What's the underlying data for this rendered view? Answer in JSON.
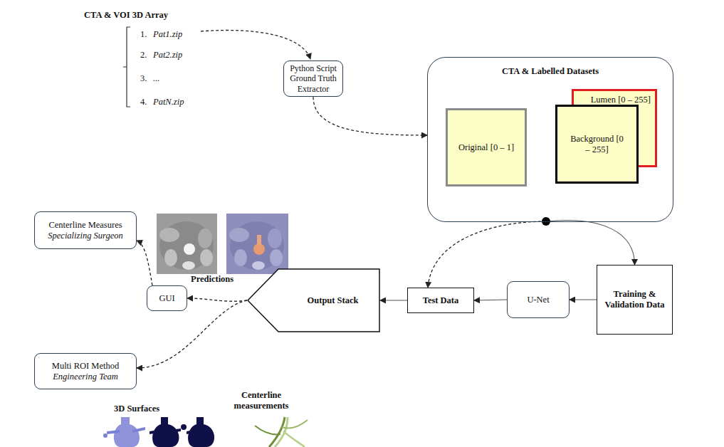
{
  "diagram": {
    "nodes": [
      {
        "text": [
          "Python Script Ground Truth Extractor"
        ]
      },
      {
        "text": [
          "CTA & Labelled Datasets"
        ]
      },
      {
        "text": [
          "Original [0 – 1]"
        ],
        "in": 1
      },
      {
        "text": [
          "Lumen [0 – 255]"
        ],
        "in": 1
      },
      {
        "text": [
          "Background [0 – 255]"
        ],
        "in": 1
      },
      {
        "text": [
          "Centerline Measures",
          "Specializing Surgeon"
        ]
      },
      {
        "text": [
          "GUI"
        ]
      },
      {
        "text": [
          "Multi ROI Method",
          "Engineering Team"
        ]
      },
      {
        "text": [
          "Output Stack"
        ]
      },
      {
        "text": [
          "Test Data"
        ]
      },
      {
        "text": [
          "U-Net"
        ]
      },
      {
        "text": [
          "Training & Validation Data"
        ]
      }
    ],
    "edges": [
      {
        "from": 0,
        "to": 1,
        "arrow": "to"
      },
      {
        "from": 1,
        "to": 11,
        "arrow": "to"
      },
      {
        "from": 1,
        "to": 9,
        "arrow": "to"
      },
      {
        "from": 11,
        "to": 10,
        "arrow": "to"
      },
      {
        "from": 10,
        "to": 9,
        "arrow": "to"
      },
      {
        "from": 9,
        "to": 8,
        "arrow": "to"
      },
      {
        "from": 8,
        "to": 6,
        "arrow": "to"
      },
      {
        "from": 6,
        "to": 5,
        "arrow": "to"
      },
      {
        "from": 8,
        "to": 7,
        "arrow": "to"
      }
    ],
    "labels": [
      "CTA & VOI 3D Array",
      "1.",
      "Pat1.zip",
      "2.",
      "Pat2.zip",
      "3.",
      "...",
      "4.",
      "PatN.zip",
      "Predictions",
      "3D Surfaces",
      "Centerline measurements"
    ]
  }
}
